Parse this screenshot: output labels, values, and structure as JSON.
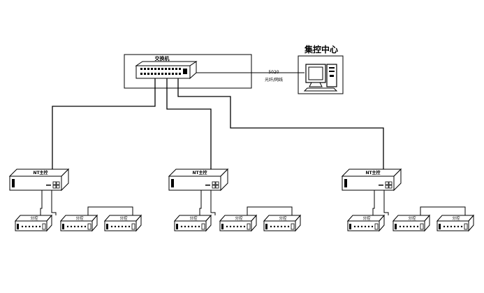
{
  "switch": {
    "label": "交换机"
  },
  "center": {
    "title": "集控中心"
  },
  "link": {
    "speed": "5020",
    "medium": "光纤/网线"
  },
  "groups": [
    {
      "controller_label": "NT主控",
      "units": [
        "分控",
        "分控",
        "分控"
      ]
    },
    {
      "controller_label": "NT主控",
      "units": [
        "分控",
        "分控",
        "分控"
      ]
    },
    {
      "controller_label": "NT主控",
      "units": [
        "分控",
        "分控",
        "分控"
      ]
    }
  ]
}
